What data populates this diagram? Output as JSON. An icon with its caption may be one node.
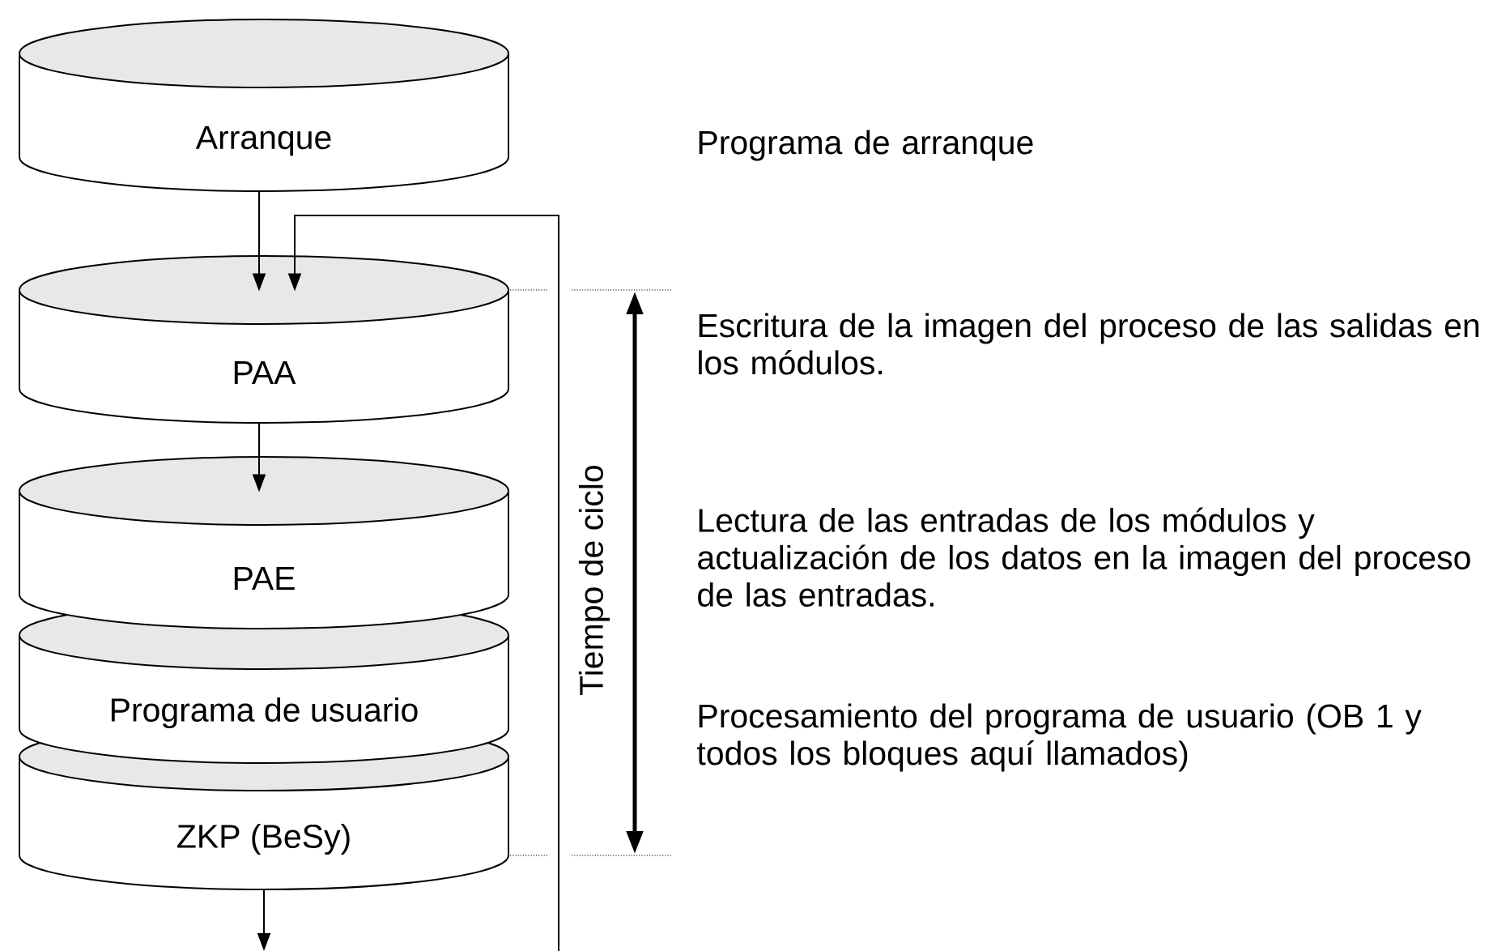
{
  "diagram": {
    "nodes": [
      {
        "text": [
          "Arranque"
        ]
      },
      {
        "text": [
          "PAA"
        ]
      },
      {
        "text": [
          "PAE"
        ]
      },
      {
        "text": [
          "Programa de usuario"
        ]
      },
      {
        "text": [
          "ZKP (BeSy)"
        ]
      }
    ],
    "edges": [
      {
        "from": 0,
        "to": 1,
        "arrow": "to"
      },
      {
        "from": null,
        "to": 1,
        "arrow": "to"
      },
      {
        "from": 1,
        "to": 2,
        "arrow": "to"
      },
      {
        "from": 4,
        "to": null,
        "arrow": "to"
      }
    ],
    "labels": [
      "Programa de arranque",
      "Escritura de la imagen del proceso de las salidas en los módulos.",
      "Tiempo de ciclo",
      "Lectura de las entradas de los módulos y actualización de los datos en la imagen del proceso de las entradas.",
      "Procesamiento del programa de usuario (OB 1 y todos los bloques aquí llamados)"
    ]
  }
}
